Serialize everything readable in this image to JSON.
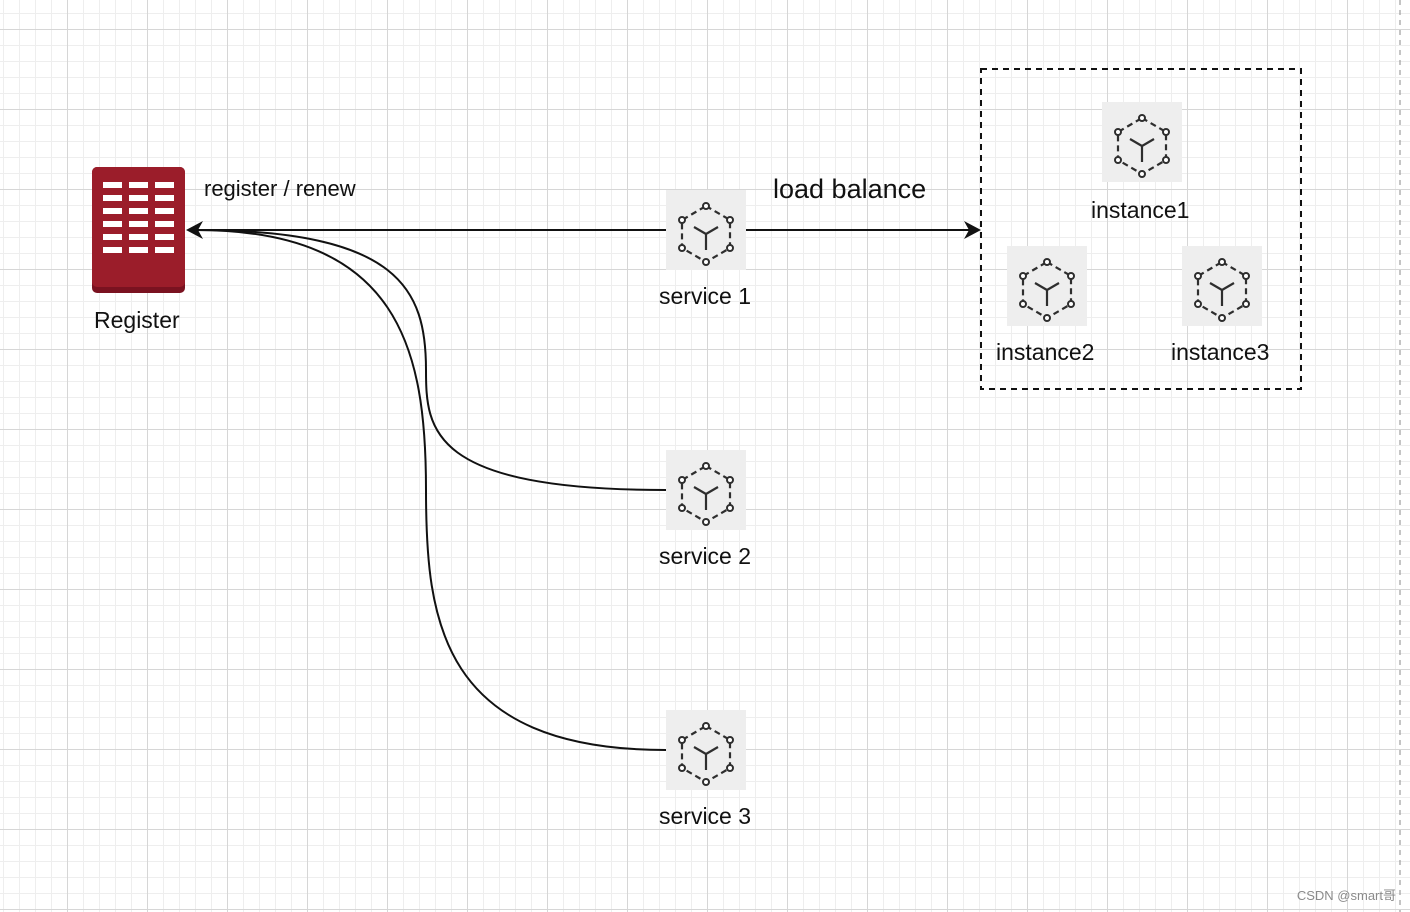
{
  "diagram": {
    "register": {
      "label": "Register",
      "icon": "database-table-icon",
      "color": "#9b1d2a"
    },
    "edge_register": {
      "label": "register / renew"
    },
    "edge_lb": {
      "label": "load balance"
    },
    "services": [
      {
        "label": "service 1",
        "icon": "cube-icon"
      },
      {
        "label": "service 2",
        "icon": "cube-icon"
      },
      {
        "label": "service 3",
        "icon": "cube-icon"
      }
    ],
    "instances": [
      {
        "label": "instance1",
        "icon": "cube-icon"
      },
      {
        "label": "instance2",
        "icon": "cube-icon"
      },
      {
        "label": "instance3",
        "icon": "cube-icon"
      }
    ]
  },
  "watermark": "CSDN @smart哥"
}
